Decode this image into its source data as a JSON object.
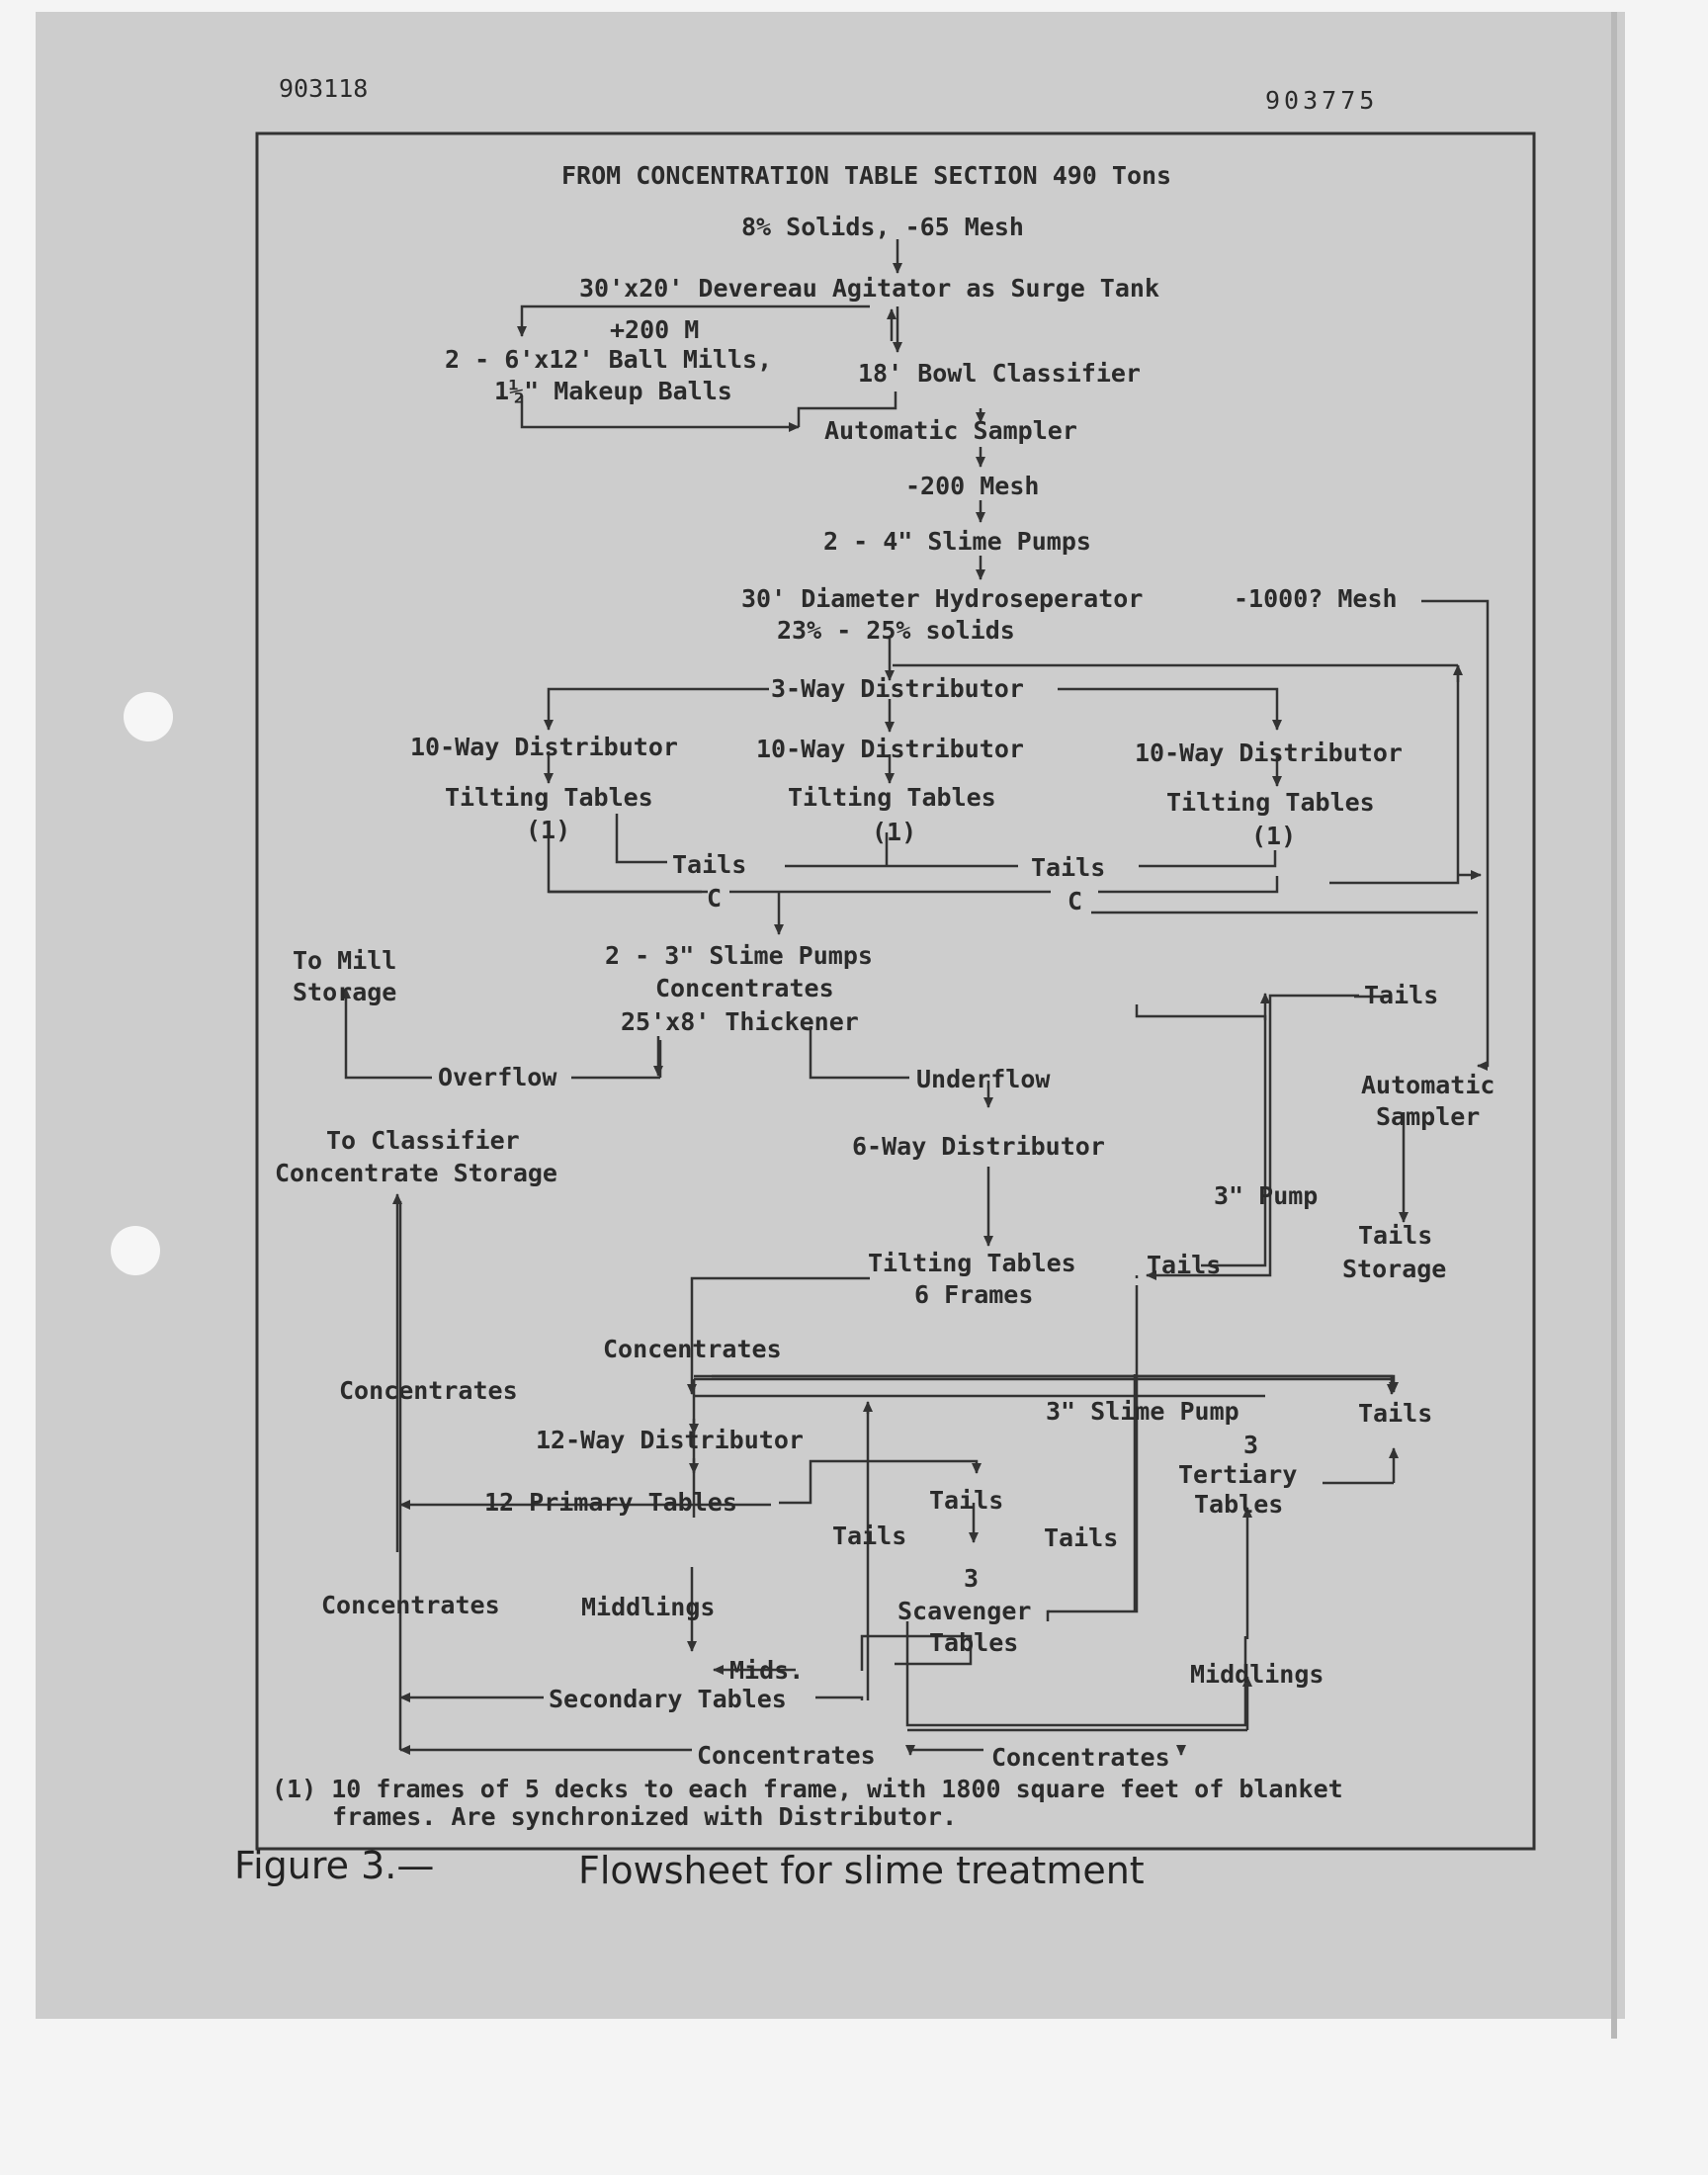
{
  "page": {
    "document_number": "903775",
    "mirrored_number": "903118",
    "figure_label": "Figure 3.—",
    "figure_title": "Flowsheet for slime treatment"
  },
  "nodes": {
    "header1": "FROM CONCENTRATION TABLE SECTION 490 Tons",
    "header2": "8% Solids, -65 Mesh",
    "agitator": "30'x20' Devereau Agitator as Surge Tank",
    "plus200": "+200 M",
    "ballmills1": "2 - 6'x12' Ball Mills,",
    "ballmills2": "1½\" Makeup Balls",
    "classifier": "18' Bowl Classifier",
    "sampler1": "Automatic Sampler",
    "minus200": "-200 Mesh",
    "slimepumps4": "2 - 4\" Slime Pumps",
    "hydro1": "30' Diameter Hydroseperator",
    "hydro2": "23% - 25% solids",
    "minus1000": "-1000? Mesh",
    "dist3": "3-Way Distributor",
    "dist10": "10-Way Distributor",
    "tilting": "Tilting Tables",
    "note_ref": "(1)",
    "tails": "Tails",
    "c": "C",
    "tomill1": "To Mill",
    "tomill2": "Storage",
    "slimepumps3a": "2 - 3\" Slime Pumps",
    "slimepumps3b": "Concentrates",
    "thickener": "25'x8' Thickener",
    "overflow": "Overflow",
    "underflow": "Underflow",
    "dist6": "6-Way Distributor",
    "pump3": "3\" Pump",
    "sampler2a": "Automatic",
    "sampler2b": "Sampler",
    "tailsstorage1": "Tails",
    "tailsstorage2": "Storage",
    "toclass1": "To Classifier",
    "toclass2": "Concentrate Storage",
    "tilt6a": "Tilting Tables",
    "tilt6b": "6 Frames",
    "concentrates": "Concentrates",
    "slimepump3": "3\" Slime Pump",
    "dist12": "12-Way Distributor",
    "tertiary1": "3",
    "tertiary2": "Tertiary",
    "tertiary3": "Tables",
    "primary12": "12 Primary Tables",
    "scav1": "3",
    "scav2": "Scavenger",
    "scav3": "Tables",
    "middlings": "Middlings",
    "mids": "Mids.",
    "secondary": "Secondary Tables"
  },
  "footnote": {
    "line1": "(1) 10 frames of 5 decks to each frame, with 1800 square feet of blanket",
    "line2": "frames.  Are synchronized with Distributor."
  }
}
